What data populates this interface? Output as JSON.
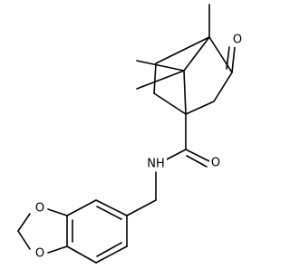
{
  "structure": {
    "atom_labels": {
      "ketone_oxygen": "O",
      "amide_oxygen": "O",
      "amide_nitrogen": "NH",
      "dioxole_oxygen_top": "O",
      "dioxole_oxygen_bottom": "O"
    },
    "colors": {
      "bond": "#000000",
      "label": "#000000",
      "background": "#ffffff"
    }
  }
}
